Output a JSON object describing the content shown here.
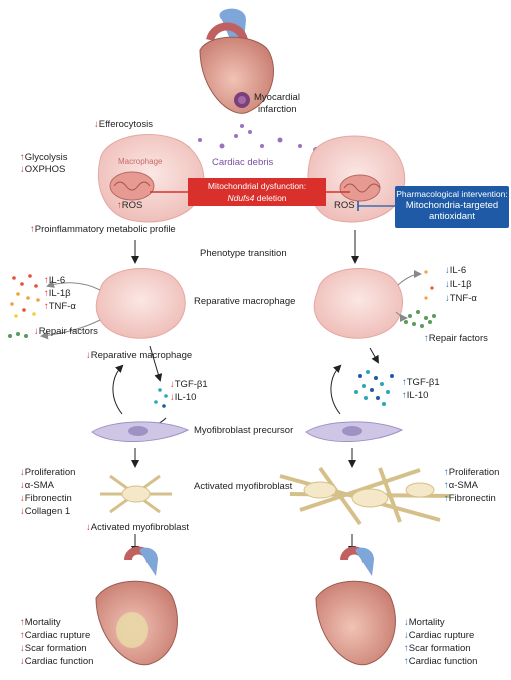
{
  "top": {
    "mi_line1": "Myocardial",
    "mi_line2": "infarction",
    "debris": "Cardiac debris"
  },
  "left": {
    "efferocytosis": "Efferocytosis",
    "glycolysis": "Glycolysis",
    "oxphos": "OXPHOS",
    "macrophage": "Macrophage",
    "ros": "ROS",
    "profile": "Proinflammatory metabolic profile",
    "il6": "IL-6",
    "il1b": "IL-1β",
    "tnfa": "TNF-α",
    "repair": "Repair factors",
    "reparative": "Reparative macrophage",
    "tgfb1": "TGF-β1",
    "il10": "IL-10",
    "proliferation": "Proliferation",
    "asma": "α-SMA",
    "fibronectin": "Fibronectin",
    "collagen": "Collagen 1",
    "activated": "Activated myofibroblast",
    "mortality": "Mortality",
    "rupture": "Cardiac rupture",
    "scar": "Scar formation",
    "function": "Cardiac function"
  },
  "center": {
    "mito_line1": "Mitochondrial dysfunction:",
    "mito_gene": "Ndufs4",
    "mito_suffix": " deletion",
    "phenotype": "Phenotype transition",
    "reparative": "Reparative macrophage",
    "precursor": "Myofibroblast precursor",
    "activated": "Activated myofibroblast"
  },
  "right": {
    "pharm_line1": "Pharmacological intervention:",
    "pharm_line2": "Mitochondria-targeted",
    "pharm_line3": "antioxidant",
    "ros": "ROS",
    "il6": "IL-6",
    "il1b": "IL-1β",
    "tnfa": "TNF-α",
    "repair": "Repair factors",
    "tgfb1": "TGF-β1",
    "il10": "IL-10",
    "proliferation": "Proliferation",
    "asma": "α-SMA",
    "fibronectin": "Fibronectin",
    "mortality": "Mortality",
    "rupture": "Cardiac rupture",
    "scar": "Scar formation",
    "function": "Cardiac function"
  },
  "colors": {
    "red": "#d9302c",
    "blue": "#2b6cb0",
    "macrophage": "#f6d5d2",
    "fibroblast": "#cfc6e6",
    "myofibroblast": "#f4e8c8",
    "purple": "#7a4fa0"
  }
}
